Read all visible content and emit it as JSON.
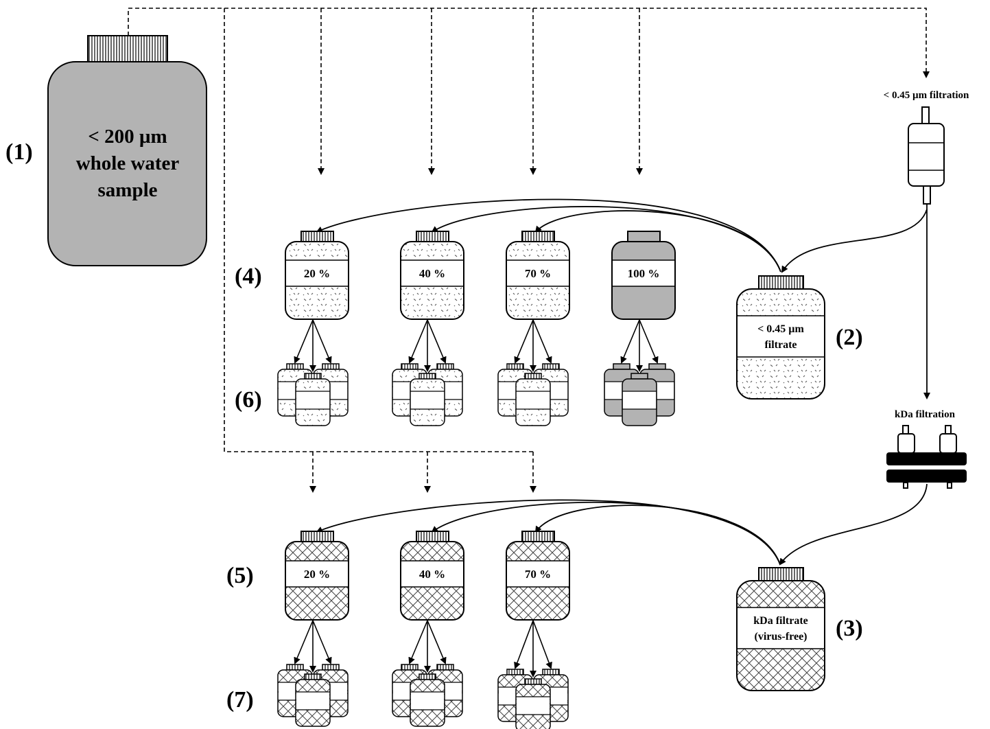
{
  "source": {
    "line1": "< 200 µm",
    "line2": "whole water",
    "line3": "sample",
    "color": "#b3b3b3"
  },
  "steps": {
    "s1": "(1)",
    "s2": "(2)",
    "s3": "(3)",
    "s4": "(4)",
    "s5": "(5)",
    "s6": "(6)",
    "s7": "(7)"
  },
  "filtration": {
    "filter045_label": "< 0.45 µm filtration",
    "kda_label": "kDa filtration"
  },
  "filtrates": {
    "f045_line1": "< 0.45 µm",
    "f045_line2": "filtrate",
    "kda_line1": "kDa filtrate",
    "kda_line2": "(virus-free)"
  },
  "dilutions_row4": [
    "20 %",
    "40 %",
    "70 %",
    "100 %"
  ],
  "dilutions_row5": [
    "20 %",
    "40 %",
    "70 %"
  ],
  "colors": {
    "grey_fill": "#b3b3b3",
    "black": "#000000"
  }
}
